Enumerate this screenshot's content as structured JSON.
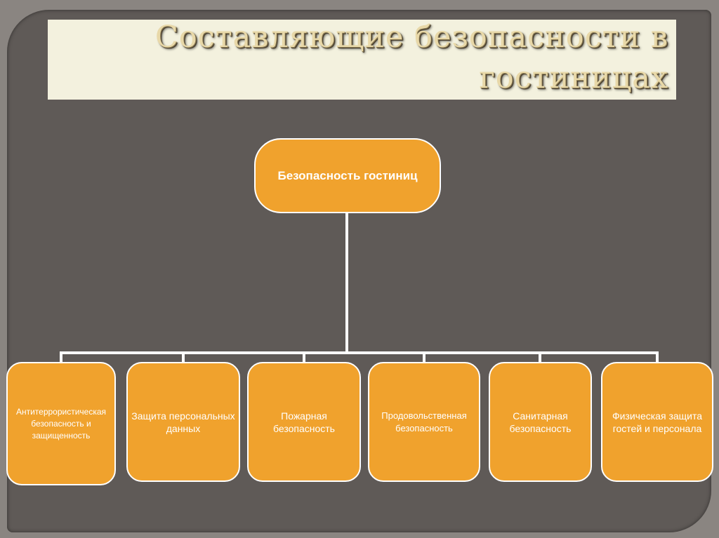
{
  "slide": {
    "title_line1": "Составляющие безопасности в",
    "title_line2": "гостиницах"
  },
  "diagram": {
    "root": "Безопасность гостиниц",
    "children": [
      "Антитеррористическая безопасность и защищенность",
      "Защита персональных данных",
      "Пожарная безопасность",
      "Продовольственная безопасность",
      "Санитарная безопасность",
      "Физическая защита гостей и персонала"
    ]
  },
  "colors": {
    "node_fill": "#f0a22d",
    "node_border": "#ffffff",
    "background": "#5f5a57",
    "title_band": "#f3f1de"
  }
}
